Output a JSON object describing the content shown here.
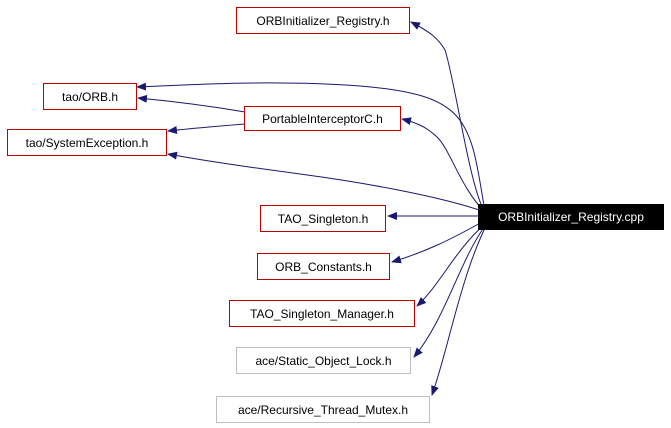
{
  "graph": {
    "root": {
      "id": "root",
      "label": "ORBInitializer_Registry.cpp"
    },
    "nodes": [
      {
        "id": "orbinit_h",
        "label": "ORBInitializer_Registry.h"
      },
      {
        "id": "tao_orb",
        "label": "tao/ORB.h"
      },
      {
        "id": "pic_h",
        "label": "PortableInterceptorC.h"
      },
      {
        "id": "tao_sysexc",
        "label": "tao/SystemException.h"
      },
      {
        "id": "tao_singleton",
        "label": "TAO_Singleton.h"
      },
      {
        "id": "orb_constants",
        "label": "ORB_Constants.h"
      },
      {
        "id": "tao_singleton_mgr",
        "label": "TAO_Singleton_Manager.h"
      },
      {
        "id": "static_lock",
        "label": "ace/Static_Object_Lock.h"
      },
      {
        "id": "recursive_mutex",
        "label": "ace/Recursive_Thread_Mutex.h"
      }
    ],
    "edges": [
      {
        "from": "root",
        "to": "orbinit_h"
      },
      {
        "from": "root",
        "to": "tao_orb"
      },
      {
        "from": "root",
        "to": "pic_h"
      },
      {
        "from": "root",
        "to": "tao_sysexc"
      },
      {
        "from": "root",
        "to": "tao_singleton"
      },
      {
        "from": "root",
        "to": "orb_constants"
      },
      {
        "from": "root",
        "to": "tao_singleton_mgr"
      },
      {
        "from": "root",
        "to": "static_lock"
      },
      {
        "from": "root",
        "to": "recursive_mutex"
      },
      {
        "from": "pic_h",
        "to": "tao_orb"
      },
      {
        "from": "pic_h",
        "to": "tao_sysexc"
      }
    ],
    "colors": {
      "edge": "#191970",
      "local_border": "#c00000",
      "external_border": "#bfbfbf",
      "root_fill": "#000000",
      "root_text": "#ffffff"
    }
  }
}
